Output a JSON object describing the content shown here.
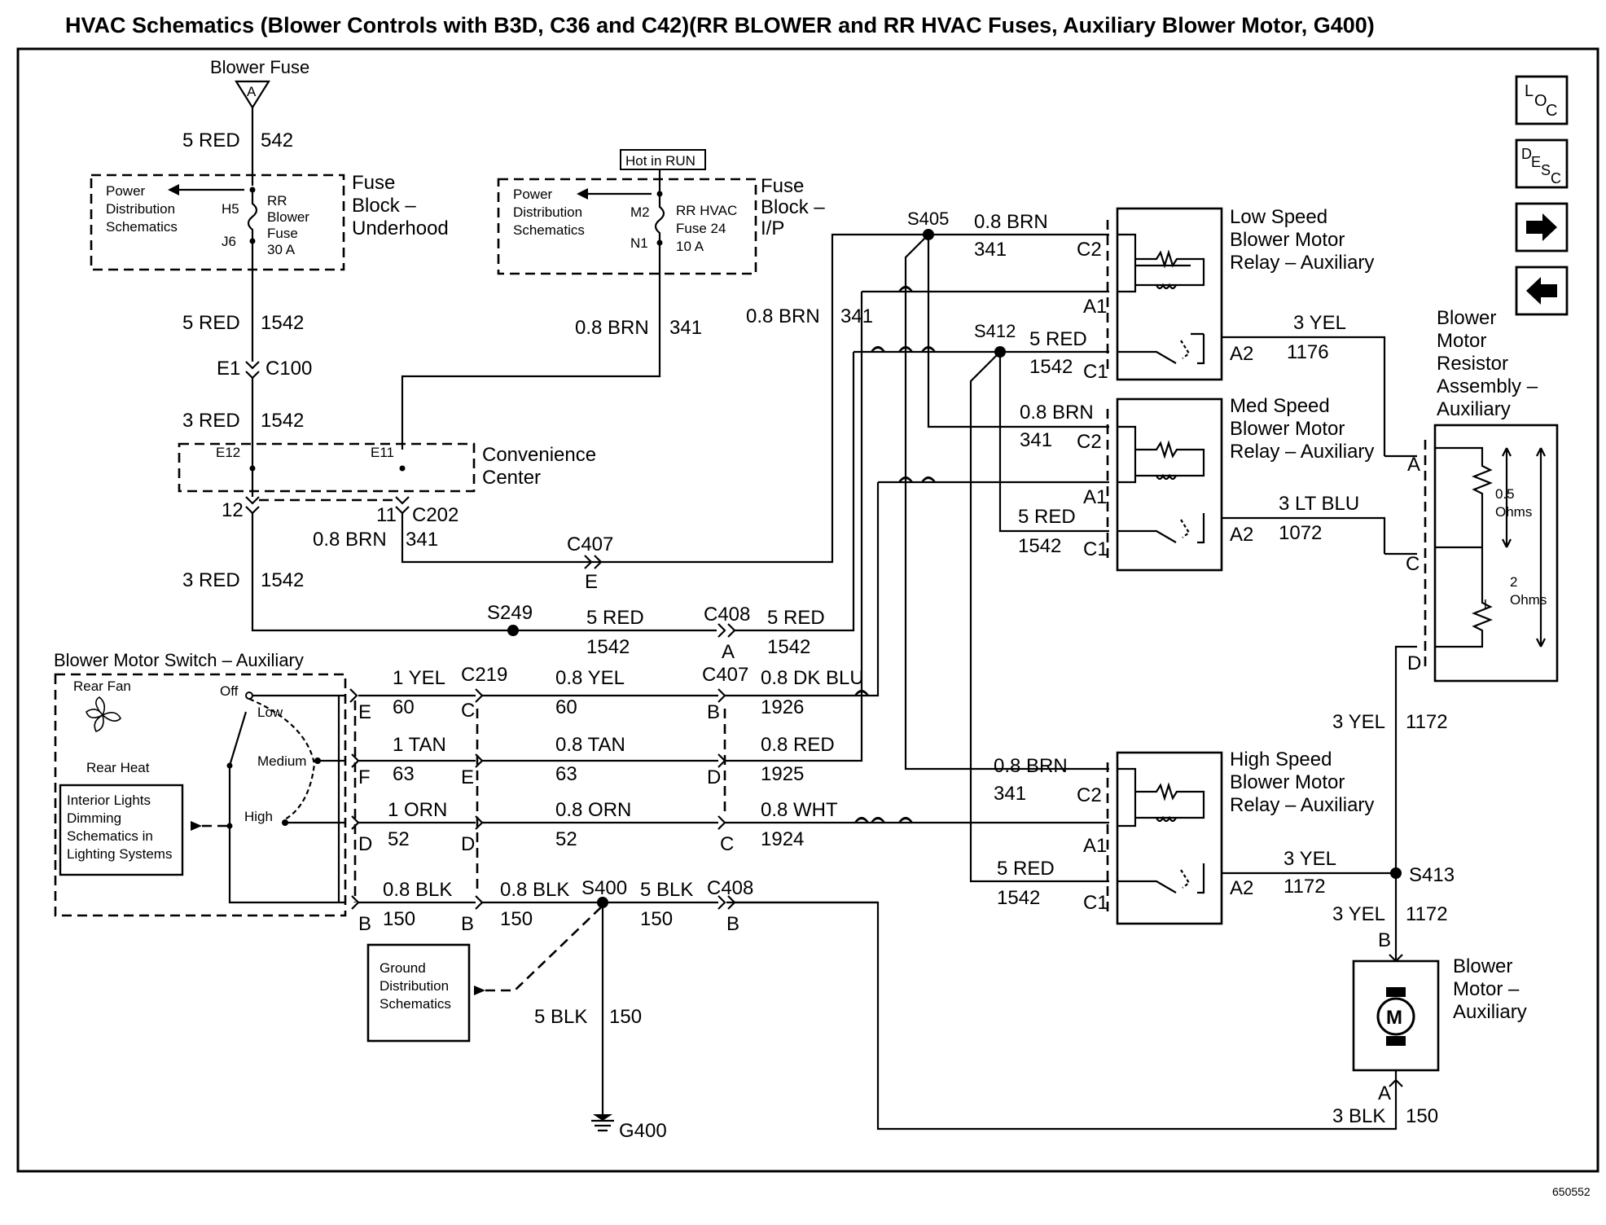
{
  "title": "HVAC Schematics (Blower Controls with B3D, C36 and C42)(RR BLOWER and RR HVAC Fuses, Auxiliary Blower Motor, G400)",
  "doc_number": "650552",
  "nav_icons": [
    "loc-icon",
    "desc-icon",
    "arrow-right-icon",
    "arrow-left-icon"
  ],
  "components": {
    "blower_fuse": "Blower Fuse",
    "blower_fuse_letter": "A",
    "hot_in_run": "Hot in RUN",
    "pds": "Power Distribution Schematics",
    "fuse_block_uh": "Fuse Block – Underhood",
    "fuse_block_ip": "Fuse Block – I/P",
    "rr_blower_fuse": "RR Blower Fuse 30 A",
    "rr_hvac_fuse": "RR HVAC Fuse 24 10 A",
    "convenience_center": "Convenience Center",
    "low_relay": "Low Speed Blower Motor Relay – Auxiliary",
    "med_relay": "Med Speed Blower Motor Relay – Auxiliary",
    "high_relay": "High Speed Blower Motor Relay – Auxiliary",
    "resistor": "Blower Motor Resistor Assembly – Auxiliary",
    "ohms_05": "0.5 Ohms",
    "ohms_2": "2 Ohms",
    "blower_motor": "Blower Motor – Auxiliary",
    "motor_symbol": "M",
    "switch": "Blower Motor Switch – Auxiliary",
    "rear_fan": "Rear Fan",
    "rear_heat": "Rear Heat",
    "interior_lights": "Interior Lights Dimming Schematics in Lighting Systems",
    "ground_dist": "Ground Distribution Schematics",
    "sw_off": "Off",
    "sw_low": "Low",
    "sw_medium": "Medium",
    "sw_high": "High",
    "ground": "G400"
  },
  "pins": {
    "h5": "H5",
    "j6": "J6",
    "m2": "M2",
    "n1": "N1",
    "e1": "E1",
    "c100": "C100",
    "e12": "E12",
    "e11": "E11",
    "p12": "12",
    "p11": "11",
    "c202": "C202",
    "c2": "C2",
    "a1": "A1",
    "c1": "C1",
    "a2": "A2",
    "r_a": "A",
    "r_c": "C",
    "r_d": "D",
    "sw_e": "E",
    "sw_f": "F",
    "sw_d": "D",
    "sw_b": "B",
    "c219": "C219",
    "c219_c": "C",
    "c219_e": "E",
    "c219_d": "D",
    "c219_b": "B",
    "c407": "C407",
    "c407_e": "E",
    "c407_b": "B",
    "c407_d": "D",
    "c407_c": "C",
    "c408": "C408",
    "c408_a": "A",
    "c408_b": "B",
    "m_b": "B",
    "m_a": "A"
  },
  "splices": {
    "s405": "S405",
    "s412": "S412",
    "s249": "S249",
    "s400": "S400",
    "s413": "S413"
  },
  "wires": {
    "red5": "5 RED",
    "red3": "3 RED",
    "brn08": "0.8 BRN",
    "yel3": "3 YEL",
    "ltblu3": "3 LT BLU",
    "yel1": "1 YEL",
    "yel08": "0.8 YEL",
    "dkblu08": "0.8 DK BLU",
    "tan1": "1 TAN",
    "tan08": "0.8 TAN",
    "red08": "0.8 RED",
    "orn1": "1 ORN",
    "orn08": "0.8 ORN",
    "wht08": "0.8 WHT",
    "blk08": "0.8 BLK",
    "blk5": "5 BLK",
    "blk3": "3 BLK",
    "c542": "542",
    "c1542": "1542",
    "c341": "341",
    "c1176": "1176",
    "c1072": "1072",
    "c1172": "1172",
    "c60": "60",
    "c63": "63",
    "c52": "52",
    "c150": "150",
    "c1926": "1926",
    "c1925": "1925",
    "c1924": "1924"
  }
}
